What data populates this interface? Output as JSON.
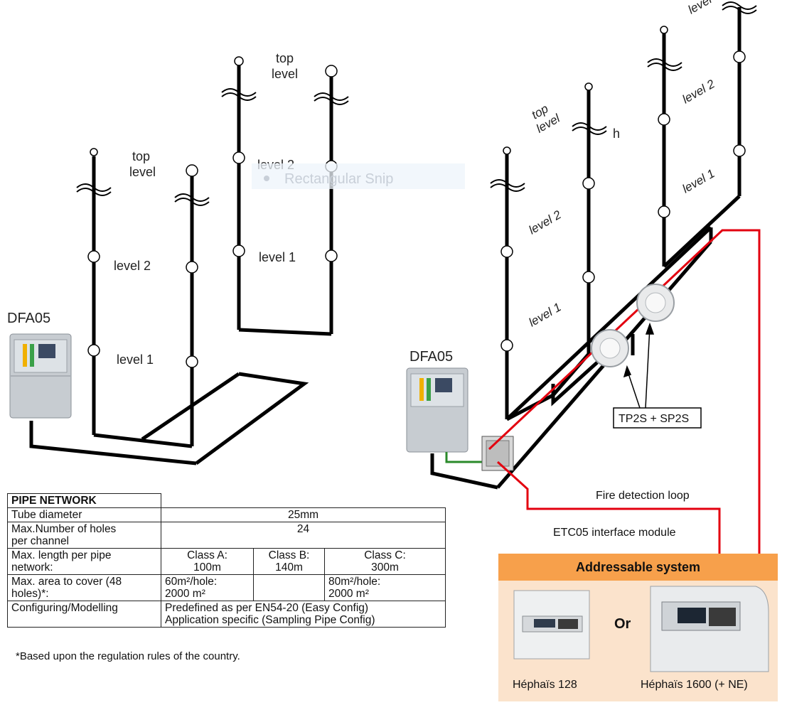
{
  "left_diagram": {
    "device": "DFA05",
    "labels": {
      "riser1_top": "top\nlevel",
      "riser1_l2": "level 2",
      "riser1_l1": "level 1",
      "riser2_top": "top\nlevel",
      "riser2_l2": "level 2",
      "riser2_l1": "level 1"
    }
  },
  "right_diagram": {
    "device": "DFA05",
    "riser1_top": "top\nlevel",
    "riser1_l2": "level 2",
    "riser1_l1": "level 1",
    "h_label": "h",
    "riser2_top": "level",
    "riser2_l2": "level 2",
    "riser2_l1": "level 1",
    "callout": "TP2S + SP2S",
    "fire_loop": "Fire detection loop",
    "interface": "ETC05 interface module"
  },
  "overlay": {
    "snip": "Rectangular Snip"
  },
  "table": {
    "title": "PIPE NETWORK",
    "rows": [
      {
        "label": "Tube diameter",
        "value": "25mm"
      },
      {
        "label": "Max.Number of holes\nper channel",
        "value": "24"
      },
      {
        "label": "Max. length per pipe\nnetwork:",
        "a": "Class A:\n100m",
        "b": "Class B:\n140m",
        "c": "Class C:\n300m"
      },
      {
        "label": "Max. area to cover (48\nholes)*:",
        "a": "60m²/hole:\n2000 m²",
        "b": "",
        "c": "80m²/hole:\n2000 m²"
      },
      {
        "label": "Configuring/Modelling",
        "value": "Predefined as per EN54-20 (Easy Config)\nApplication specific (Sampling Pipe Config)"
      }
    ],
    "footnote": "*Based upon the regulation rules of the country."
  },
  "addressable": {
    "title": "Addressable system",
    "or": "Or",
    "left_label": "Héphaïs 128",
    "right_label": "Héphaïs 1600 (+ NE)"
  },
  "colors": {
    "pipe": "#000000",
    "loop": "#e3000f",
    "green": "#2a8a2a",
    "orange": "#f7a04b",
    "panel": "#fbe3cc"
  }
}
